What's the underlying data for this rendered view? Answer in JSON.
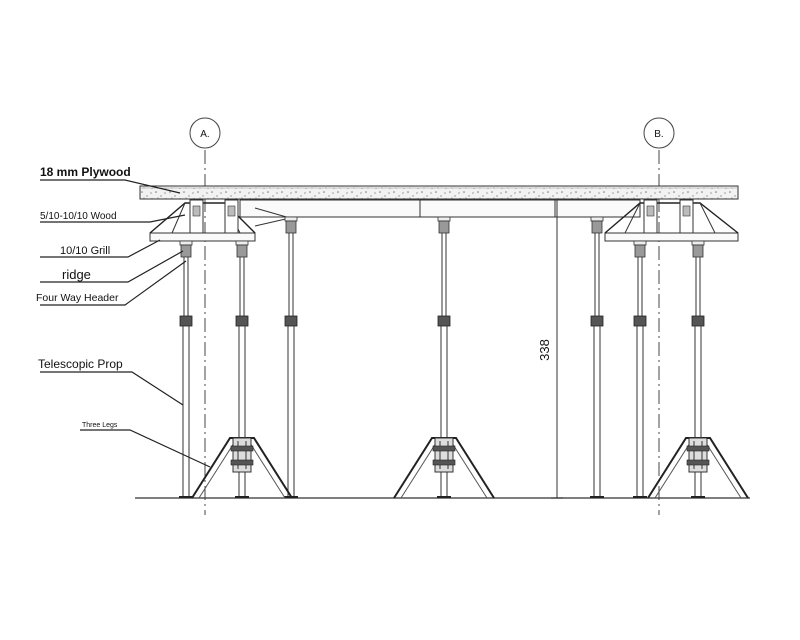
{
  "grid_markers": {
    "a": "A.",
    "b": "B."
  },
  "labels": {
    "plywood": "18 mm Plywood",
    "wood": "5/10-10/10 Wood",
    "grill": "10/10 Grill",
    "ridge": "ridge",
    "header": "Four Way Header",
    "prop": "Telescopic Prop",
    "legs": "Three Legs"
  },
  "dimension": "338"
}
